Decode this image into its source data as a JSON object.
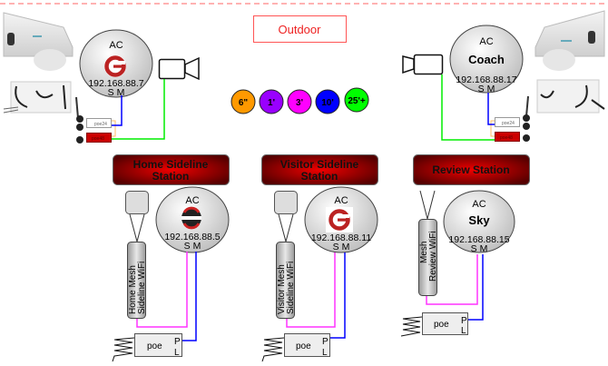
{
  "title": "Outdoor",
  "legend": [
    {
      "label": "6\"",
      "color": "#ff9900"
    },
    {
      "label": "1'",
      "color": "#9900ff"
    },
    {
      "label": "3'",
      "color": "#ff00ff"
    },
    {
      "label": "10'",
      "color": "#0000ff"
    },
    {
      "label": "25'+",
      "color": "#00ff00"
    }
  ],
  "outdoor_left": {
    "ac": "AC",
    "ip": "192.168.88.7",
    "ports": "S M",
    "poe_top": "poe24",
    "poe_bottom": "poe48"
  },
  "outdoor_right": {
    "ac": "AC",
    "name": "Coach",
    "ip": "192.168.88.17",
    "ports": "S M",
    "poe_top": "poe24",
    "poe_bottom": "poe48"
  },
  "stations": {
    "home": {
      "title_1": "Home Sideline",
      "title_2": "Station",
      "ac": "AC",
      "ip": "192.168.88.5",
      "ports": "S M",
      "mesh_1": "Home Mesh",
      "mesh_2": "Sideline  WiFi",
      "poe": "poe",
      "p": "P",
      "l": "L"
    },
    "visitor": {
      "title_1": "Visitor Sideline",
      "title_2": "Station",
      "ac": "AC",
      "ip": "192.168.88.11",
      "ports": "S M",
      "mesh_1": "Visitor Mesh",
      "mesh_2": "Sideline  WiFi",
      "poe": "poe",
      "p": "P",
      "l": "L"
    },
    "review": {
      "title_1": "Review Station",
      "ac": "AC",
      "name": "Sky",
      "ip": "192.168.88.15",
      "ports": "S M",
      "mesh_1": "Mesh",
      "mesh_2": "Review  WiFi",
      "poe": "poe",
      "p": "P",
      "l": "L"
    }
  },
  "colors": {
    "blue": "#0000ff",
    "green": "#00ee00",
    "pink": "#ff33ff",
    "header_red": "#cc0000"
  }
}
